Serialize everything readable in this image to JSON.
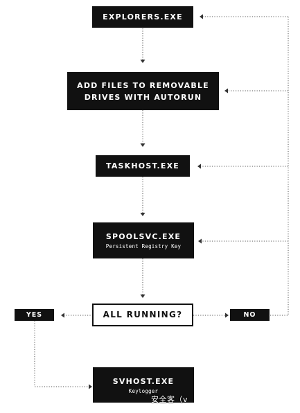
{
  "nodes": {
    "explorers": {
      "label": "EXPLORERS.EXE"
    },
    "add_files": {
      "line1": "ADD FILES TO REMOVABLE",
      "line2": "DRIVES WITH AUTORUN"
    },
    "taskhost": {
      "label": "TASKHOST.EXE"
    },
    "spoolsvc": {
      "label": "SPOOLSVC.EXE",
      "sub": "Persistent Registry Key"
    },
    "all_running": {
      "label": "ALL RUNNING?"
    },
    "yes": {
      "label": "YES"
    },
    "no": {
      "label": "NO"
    },
    "svhost": {
      "label": "SVHOST.EXE",
      "sub": "Keylogger"
    }
  },
  "watermark": {
    "text": "安全客（v"
  },
  "colors": {
    "node_fill": "#111111",
    "node_text": "#ffffff",
    "decision_fill": "#ffffff",
    "edge": "#555555",
    "background": "#ffffff"
  }
}
